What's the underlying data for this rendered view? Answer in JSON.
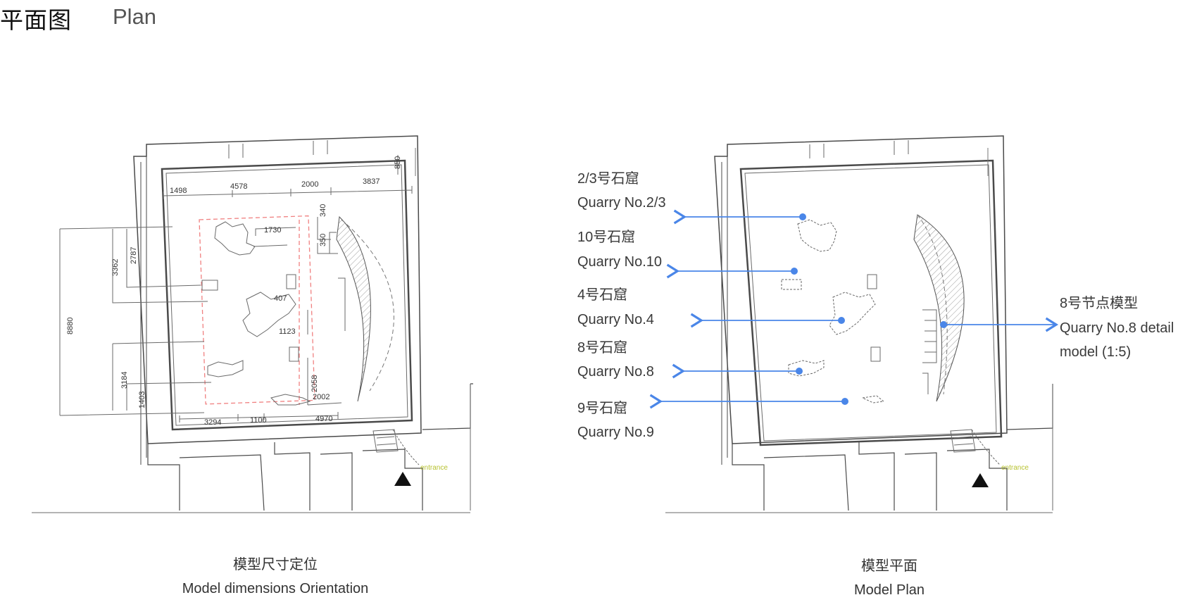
{
  "header": {
    "title_zh": "平面图",
    "title_en": "Plan"
  },
  "left_plan": {
    "caption_zh": "模型尺寸定位",
    "caption_en": "Model dimensions Orientation",
    "entrance": "entrance",
    "dims": {
      "top": [
        "1498",
        "4578",
        "2000",
        "3837"
      ],
      "right_top": "850",
      "d340": "340",
      "d350": "350",
      "d1730": "1730",
      "d407": "407",
      "d1123": "1123",
      "d2058": "2058",
      "d2002": "2002",
      "bottom": [
        "3294",
        "1100",
        "4970"
      ],
      "left": [
        "3362",
        "2787",
        "8880",
        "3184",
        "1403"
      ]
    }
  },
  "right_plan": {
    "caption_zh": "模型平面",
    "caption_en": "Model Plan",
    "entrance": "entrance",
    "callouts_left": [
      {
        "zh": "2/3号石窟",
        "en": "Quarry No.2/3"
      },
      {
        "zh": "10号石窟",
        "en": "Quarry No.10"
      },
      {
        "zh": "4号石窟",
        "en": "Quarry No.4"
      },
      {
        "zh": "8号石窟",
        "en": "Quarry No.8"
      },
      {
        "zh": "9号石窟",
        "en": "Quarry No.9"
      }
    ],
    "callout_right": {
      "zh": "8号节点模型",
      "en_line1": "Quarry No.8 detail",
      "en_line2": "model (1:5)"
    }
  },
  "colors": {
    "arrow": "#4a86e8",
    "entrance": "#b7c230",
    "dashed_red": "#f08080"
  }
}
